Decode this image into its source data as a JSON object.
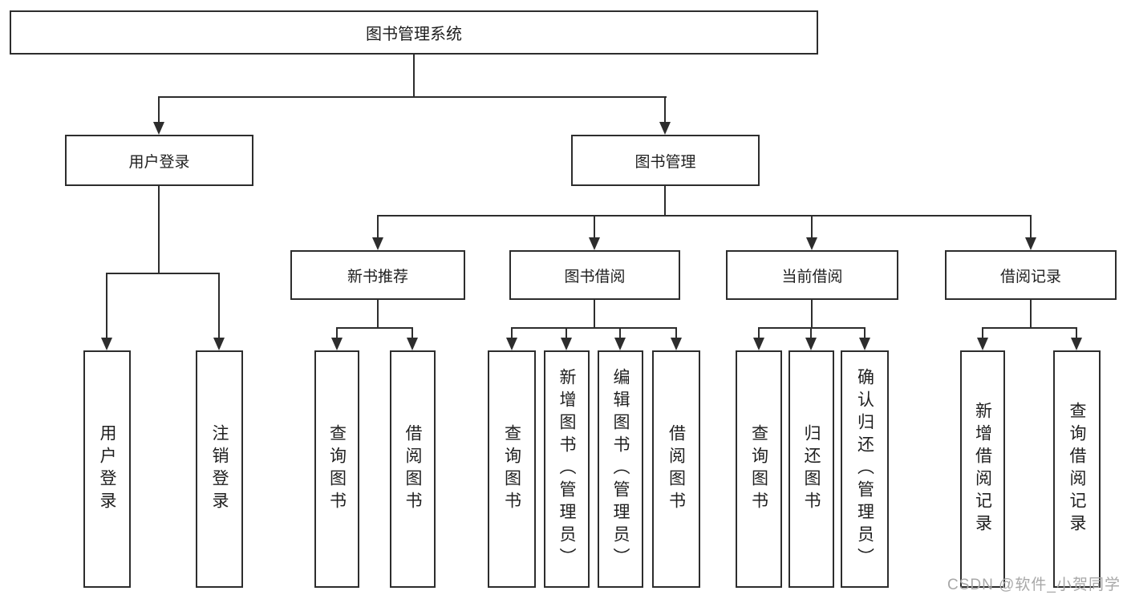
{
  "tree": {
    "root": {
      "label": "图书管理系统",
      "children": [
        {
          "label": "用户登录",
          "children": [
            {
              "label": "用户登录"
            },
            {
              "label": "注销登录"
            }
          ]
        },
        {
          "label": "图书管理",
          "children": [
            {
              "label": "新书推荐",
              "children": [
                {
                  "label": "查询图书"
                },
                {
                  "label": "借阅图书"
                }
              ]
            },
            {
              "label": "图书借阅",
              "children": [
                {
                  "label": "查询图书"
                },
                {
                  "label": "新增图书（管理员）"
                },
                {
                  "label": "编辑图书（管理员）"
                },
                {
                  "label": "借阅图书"
                }
              ]
            },
            {
              "label": "当前借阅",
              "children": [
                {
                  "label": "查询图书"
                },
                {
                  "label": "归还图书"
                },
                {
                  "label": "确认归还（管理员）"
                }
              ]
            },
            {
              "label": "借阅记录",
              "children": [
                {
                  "label": "新增借阅记录"
                },
                {
                  "label": "查询借阅记录"
                }
              ]
            }
          ]
        }
      ]
    }
  },
  "watermark": {
    "text": "CSDN @软件_小贺同学"
  },
  "colors": {
    "line": "#2d2d2d",
    "text": "#1f1f1f",
    "box_fill": "#ffffff",
    "background": "#ffffff",
    "watermark": "#a8a8a8"
  }
}
